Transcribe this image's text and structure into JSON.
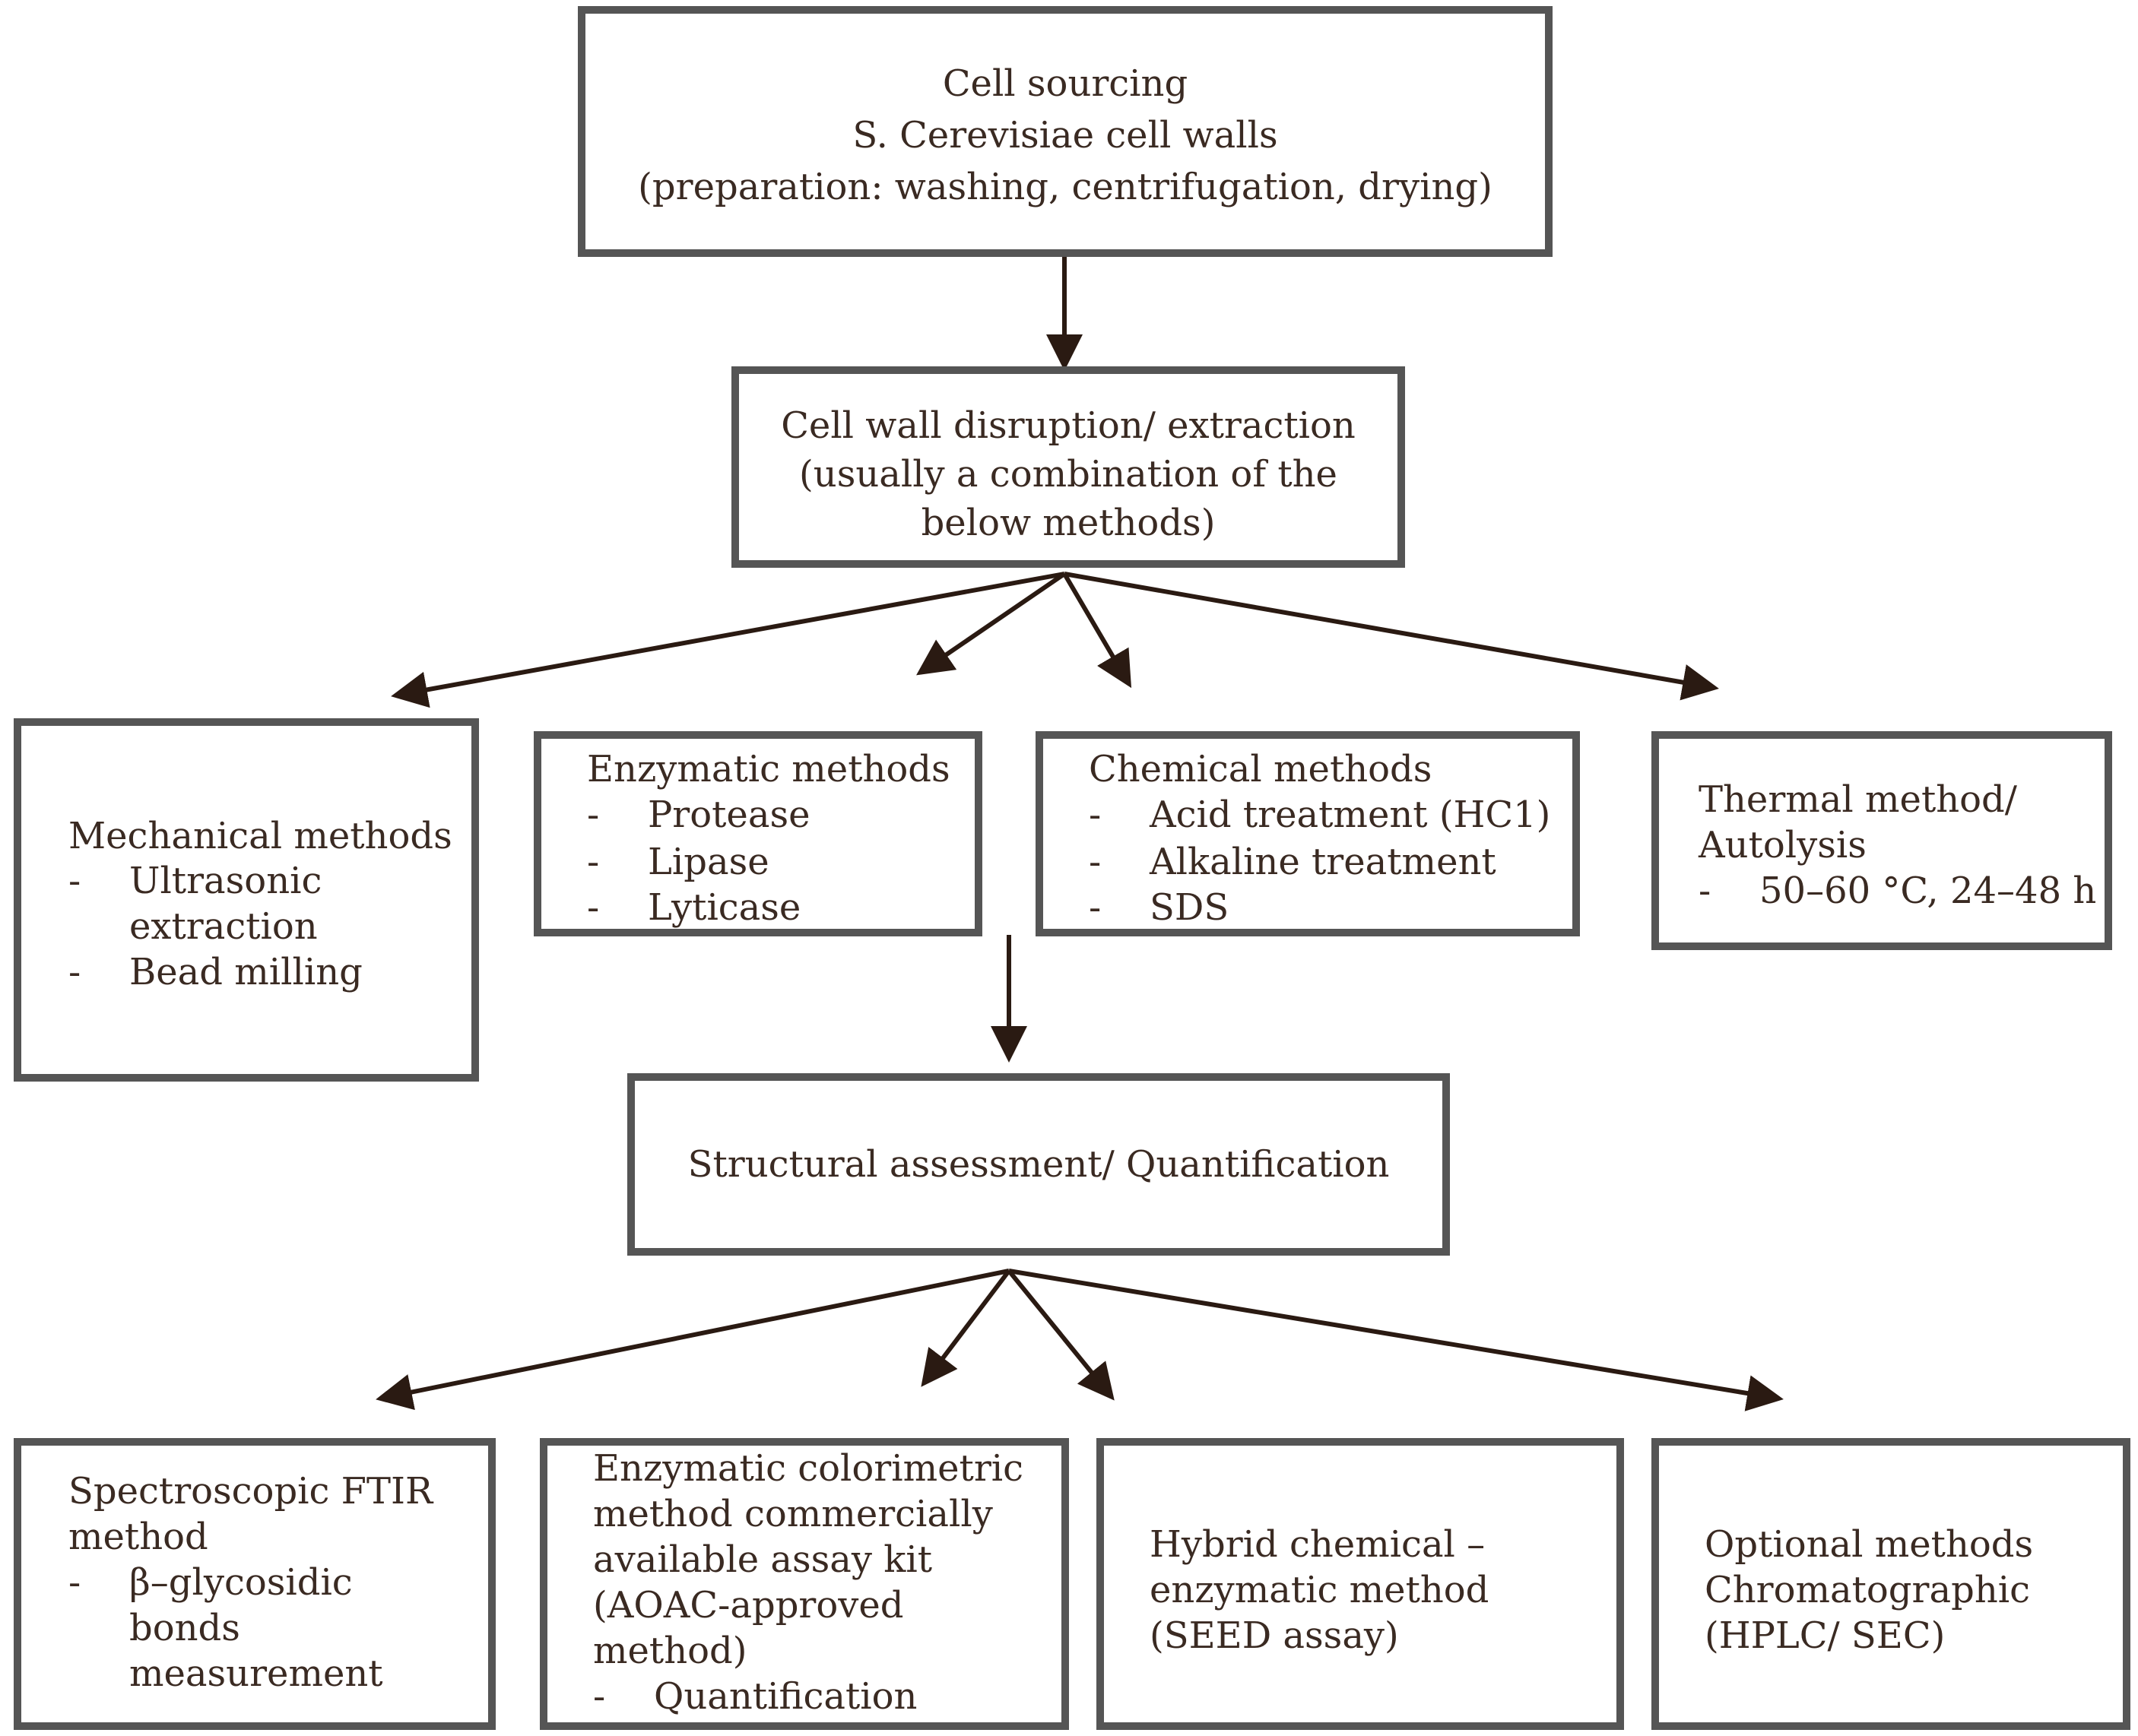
{
  "nodes": {
    "sourcing": {
      "lines": [
        "Cell sourcing",
        "S. Cerevisiae cell walls",
        "(preparation: washing, centrifugation, drying)"
      ]
    },
    "disruption": {
      "lines": [
        "Cell wall disruption/ extraction",
        "(usually a combination of the",
        "below methods)"
      ]
    },
    "mechanical": {
      "heading": "Mechanical methods",
      "items": [
        {
          "dash": "-",
          "lines": [
            "Ultrasonic",
            "extraction"
          ]
        },
        {
          "dash": "-",
          "lines": [
            "Bead milling"
          ]
        }
      ]
    },
    "enzymatic": {
      "heading": "Enzymatic methods",
      "items": [
        {
          "dash": "-",
          "lines": [
            "Protease"
          ]
        },
        {
          "dash": "-",
          "lines": [
            "Lipase"
          ]
        },
        {
          "dash": "-",
          "lines": [
            "Lyticase"
          ]
        }
      ]
    },
    "chemical": {
      "heading": "Chemical methods",
      "items": [
        {
          "dash": "-",
          "lines": [
            "Acid treatment (HC1)"
          ]
        },
        {
          "dash": "-",
          "lines": [
            "Alkaline treatment"
          ]
        },
        {
          "dash": "-",
          "lines": [
            "SDS"
          ]
        }
      ]
    },
    "thermal": {
      "heading_lines": [
        "Thermal method/",
        "Autolysis"
      ],
      "items": [
        {
          "dash": "-",
          "lines": [
            "50–60 °C, 24–48 h"
          ]
        }
      ]
    },
    "structural": {
      "lines": [
        "Structural assessment/ Quantification"
      ]
    },
    "ftir": {
      "heading_lines": [
        "Spectroscopic FTIR",
        "method"
      ],
      "items": [
        {
          "dash": "-",
          "lines": [
            "β–glycosidic",
            "bonds",
            "measurement"
          ]
        }
      ]
    },
    "colorimetric": {
      "heading_lines": [
        "Enzymatic colorimetric",
        "method commercially",
        "available assay kit",
        "(AOAC-approved",
        "method)"
      ],
      "items": [
        {
          "dash": "-",
          "lines": [
            "Quantification"
          ]
        }
      ]
    },
    "hybrid": {
      "lines": [
        "Hybrid chemical –",
        "enzymatic method",
        "(SEED assay)"
      ]
    },
    "optional": {
      "lines": [
        "Optional methods",
        "Chromatographic",
        "(HPLC/ SEC)"
      ]
    }
  }
}
